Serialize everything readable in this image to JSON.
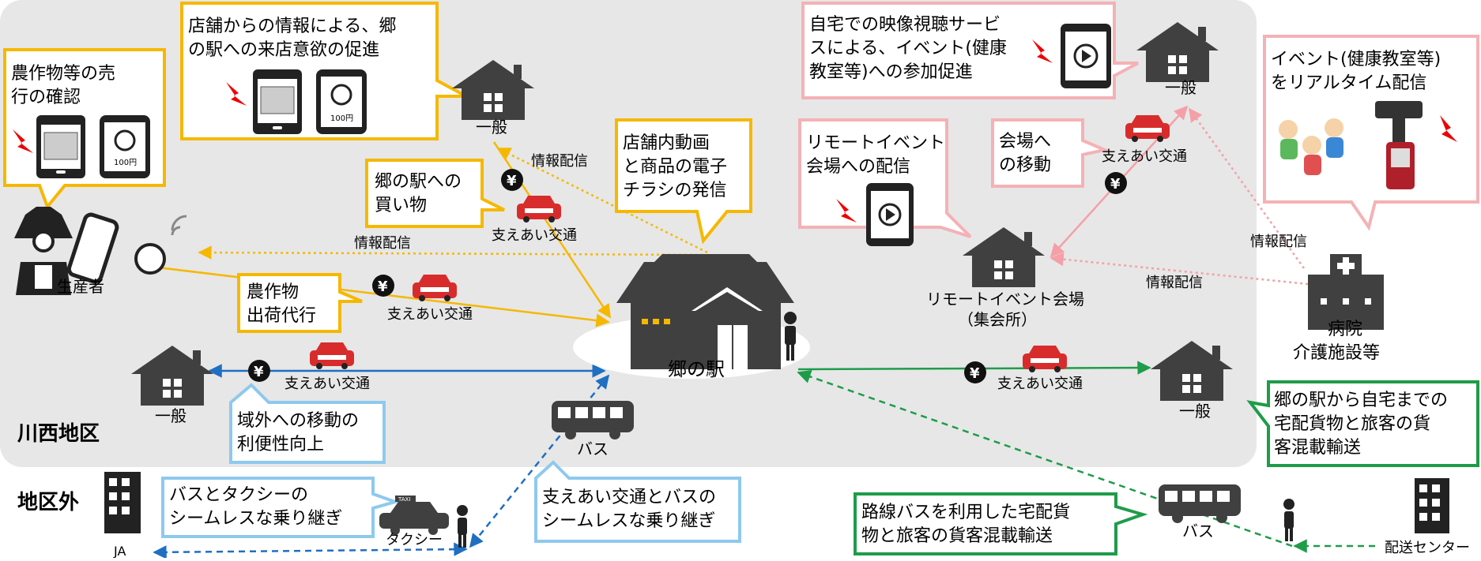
{
  "areas": {
    "inner": "川西地区",
    "outer": "地区外"
  },
  "colors": {
    "yellow": "#f5b800",
    "blue": "#1f6fc2",
    "lightblue": "#8ec9ee",
    "pink": "#f4b2b6",
    "green": "#1e9c4a",
    "region_bg": "#e7e7e7",
    "car": "#d82c2c"
  },
  "callouts": {
    "crop_sales": [
      "農作物等の売",
      "行の確認"
    ],
    "shop_info": [
      "店舗からの情報による、郷",
      "の駅への来店意欲の促進"
    ],
    "shopping": [
      "郷の駅への",
      "買い物"
    ],
    "shop_video": [
      "店舗内動画",
      "と商品の電子",
      "チラシの発信"
    ],
    "crop_ship": [
      "農作物",
      "出荷代行"
    ],
    "outside_move": [
      "域外への移動の",
      "利便性向上"
    ],
    "home_video": [
      "自宅での映像視聴サービ",
      "スによる、イベント(健康",
      "教室等)への参加促進"
    ],
    "remote_event": [
      "リモートイベント",
      "会場への配信"
    ],
    "venue_move": [
      "会場へ",
      "の移動"
    ],
    "realtime": [
      "イベント(健康教室等)",
      "をリアルタイム配信"
    ],
    "delivery_home": [
      "郷の駅から自宅までの",
      "宅配貨物と旅客の貨",
      "客混載輸送"
    ],
    "bus_taxi": [
      "バスとタクシーの",
      "シームレスな乗り継ぎ"
    ],
    "support_bus": [
      "支えあい交通とバスの",
      "シームレスな乗り継ぎ"
    ],
    "route_bus": [
      "路線バスを利用した宅配貨",
      "物と旅客の貨客混載輸送"
    ]
  },
  "labels": {
    "general": "一般",
    "info_delivery": "情報配信",
    "support_transport": "支えあい交通",
    "producer": "生産者",
    "station": "郷の駅",
    "venue": [
      "リモートイベント会場",
      "（集会所）"
    ],
    "hospital": [
      "病院",
      "介護施設等"
    ],
    "bus": "バス",
    "taxi": "タクシー",
    "ja": "JA",
    "delivery_center": "配送センター",
    "yen": "¥",
    "price": "100円",
    "taxi_sign": "TAXI"
  }
}
